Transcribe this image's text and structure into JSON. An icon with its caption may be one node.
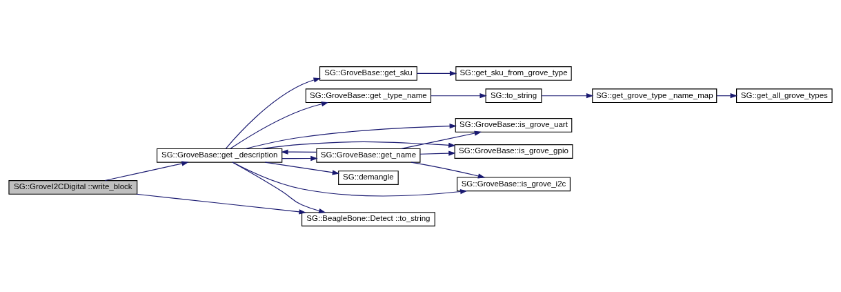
{
  "diagram": {
    "nodes": [
      {
        "text": [
          "SG::GroveI2CDigital ::write_block"
        ]
      },
      {
        "text": [
          "SG::GroveBase::get _description"
        ]
      },
      {
        "text": [
          "SG::GroveBase::get_sku"
        ]
      },
      {
        "text": [
          "SG::get_sku_from_grove_type"
        ]
      },
      {
        "text": [
          "SG::GroveBase::get _type_name"
        ]
      },
      {
        "text": [
          "SG::to_string"
        ]
      },
      {
        "text": [
          "SG::get_grove_type _name_map"
        ]
      },
      {
        "text": [
          "SG::get_all_grove_types"
        ]
      },
      {
        "text": [
          "SG::demangle"
        ]
      },
      {
        "text": [
          "SG::GroveBase::is_grove_uart"
        ]
      },
      {
        "text": [
          "SG::GroveBase::is_grove_gpio"
        ]
      },
      {
        "text": [
          "SG::GroveBase::get_name"
        ]
      },
      {
        "text": [
          "SG::GroveBase::is_grove_i2c"
        ]
      },
      {
        "text": [
          "SG::BeagleBone::Detect ::to_string"
        ]
      }
    ],
    "edges": [
      {
        "from": 0,
        "to": 1,
        "arrow": "to"
      },
      {
        "from": 0,
        "to": 13,
        "arrow": "to"
      },
      {
        "from": 1,
        "to": 2,
        "arrow": "to"
      },
      {
        "from": 1,
        "to": 4,
        "arrow": "to"
      },
      {
        "from": 1,
        "to": 9,
        "arrow": "to"
      },
      {
        "from": 1,
        "to": 8,
        "arrow": "to"
      },
      {
        "from": 1,
        "to": 10,
        "arrow": "to"
      },
      {
        "from": 1,
        "to": 11,
        "arrow": "to"
      },
      {
        "from": 1,
        "to": 12,
        "arrow": "to"
      },
      {
        "from": 1,
        "to": 13,
        "arrow": "to"
      },
      {
        "from": 2,
        "to": 3,
        "arrow": "to"
      },
      {
        "from": 4,
        "to": 5,
        "arrow": "to"
      },
      {
        "from": 5,
        "to": 6,
        "arrow": "to"
      },
      {
        "from": 6,
        "to": 7,
        "arrow": "to"
      },
      {
        "from": 11,
        "to": 9,
        "arrow": "to"
      },
      {
        "from": 11,
        "to": 1,
        "arrow": "to"
      },
      {
        "from": 11,
        "to": 10,
        "arrow": "to"
      },
      {
        "from": 11,
        "to": 12,
        "arrow": "to"
      }
    ]
  }
}
